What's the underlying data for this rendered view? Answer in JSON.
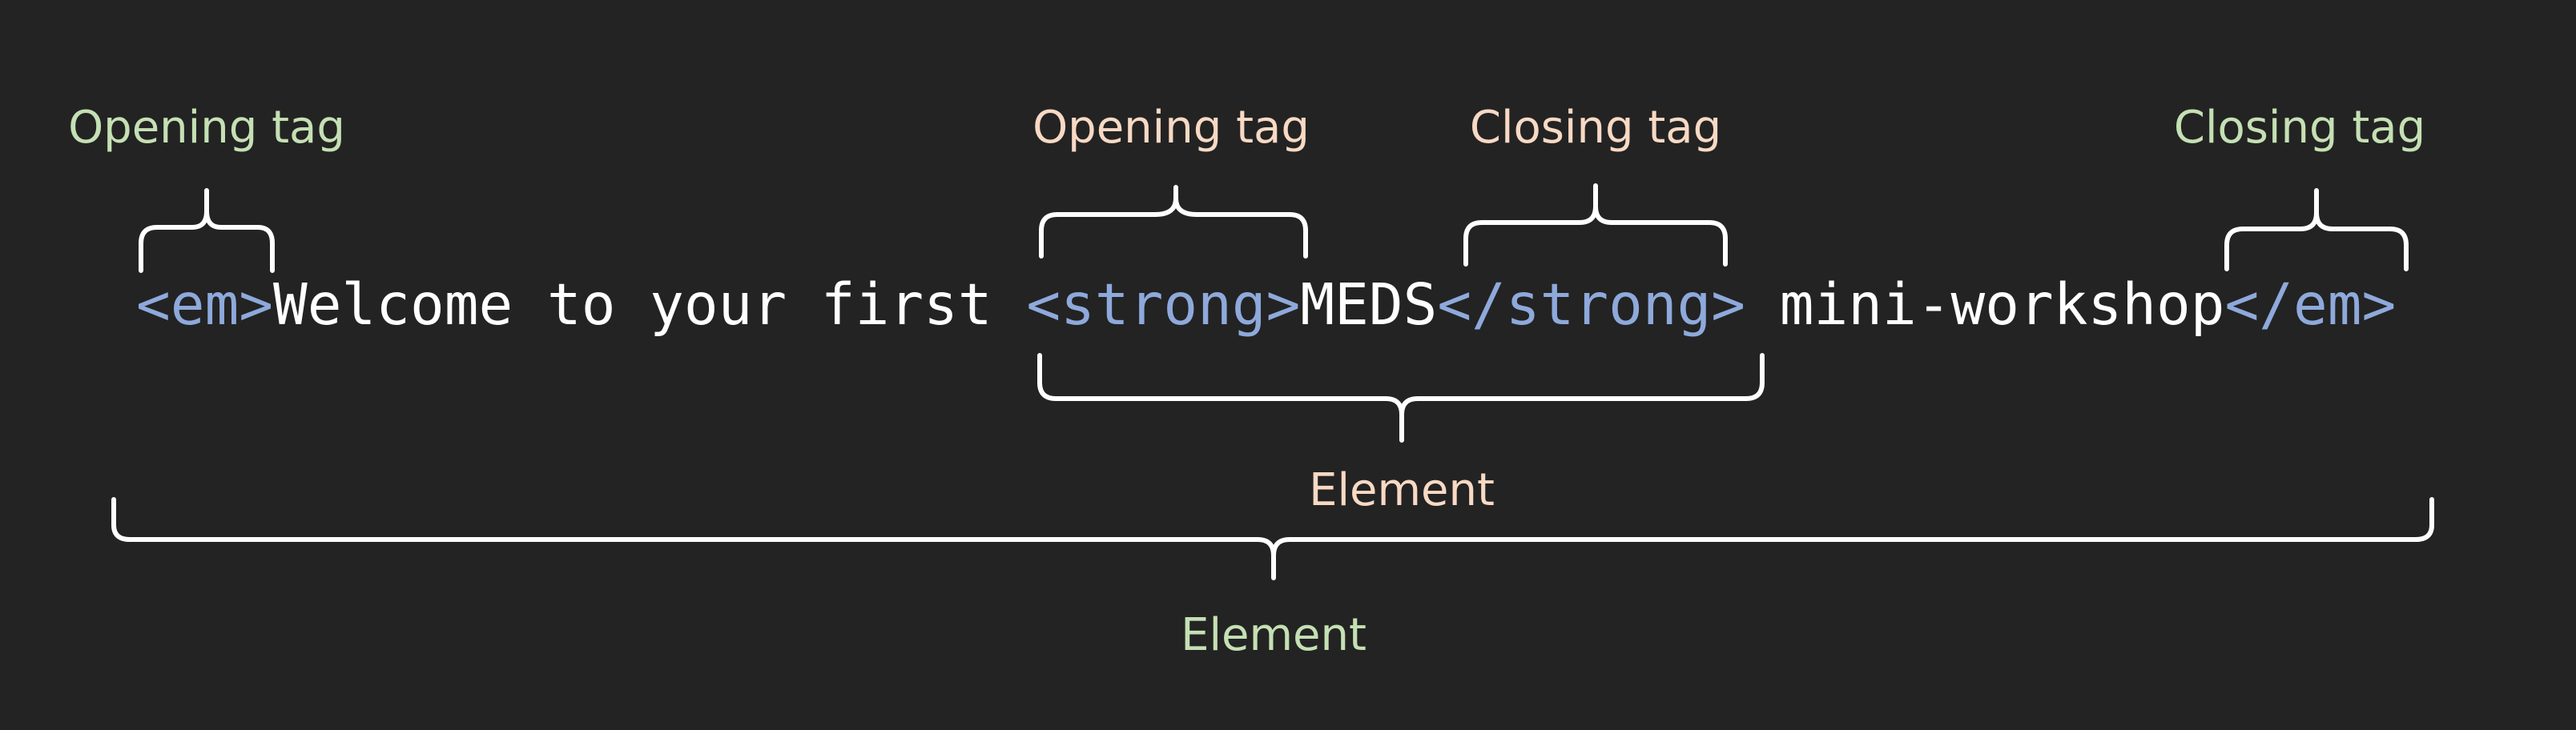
{
  "labels": {
    "outer_opening_tag": "Opening tag",
    "inner_opening_tag": "Opening tag",
    "inner_closing_tag": "Closing tag",
    "outer_closing_tag": "Closing tag",
    "inner_element": "Element",
    "outer_element": "Element"
  },
  "code": {
    "em_open": "<em>",
    "text_before": "Welcome to your first ",
    "strong_open": "<strong>",
    "strong_text": "MEDS",
    "strong_close": "</strong>",
    "text_after": " mini-workshop",
    "em_close": "</em>"
  },
  "colors": {
    "background": "#232323",
    "tag": "#8EA9DB",
    "text": "#FFFFFF",
    "outer_labels": "#C5E0B4",
    "inner_labels": "#F8D9C4",
    "braces": "#FFFFFF"
  }
}
